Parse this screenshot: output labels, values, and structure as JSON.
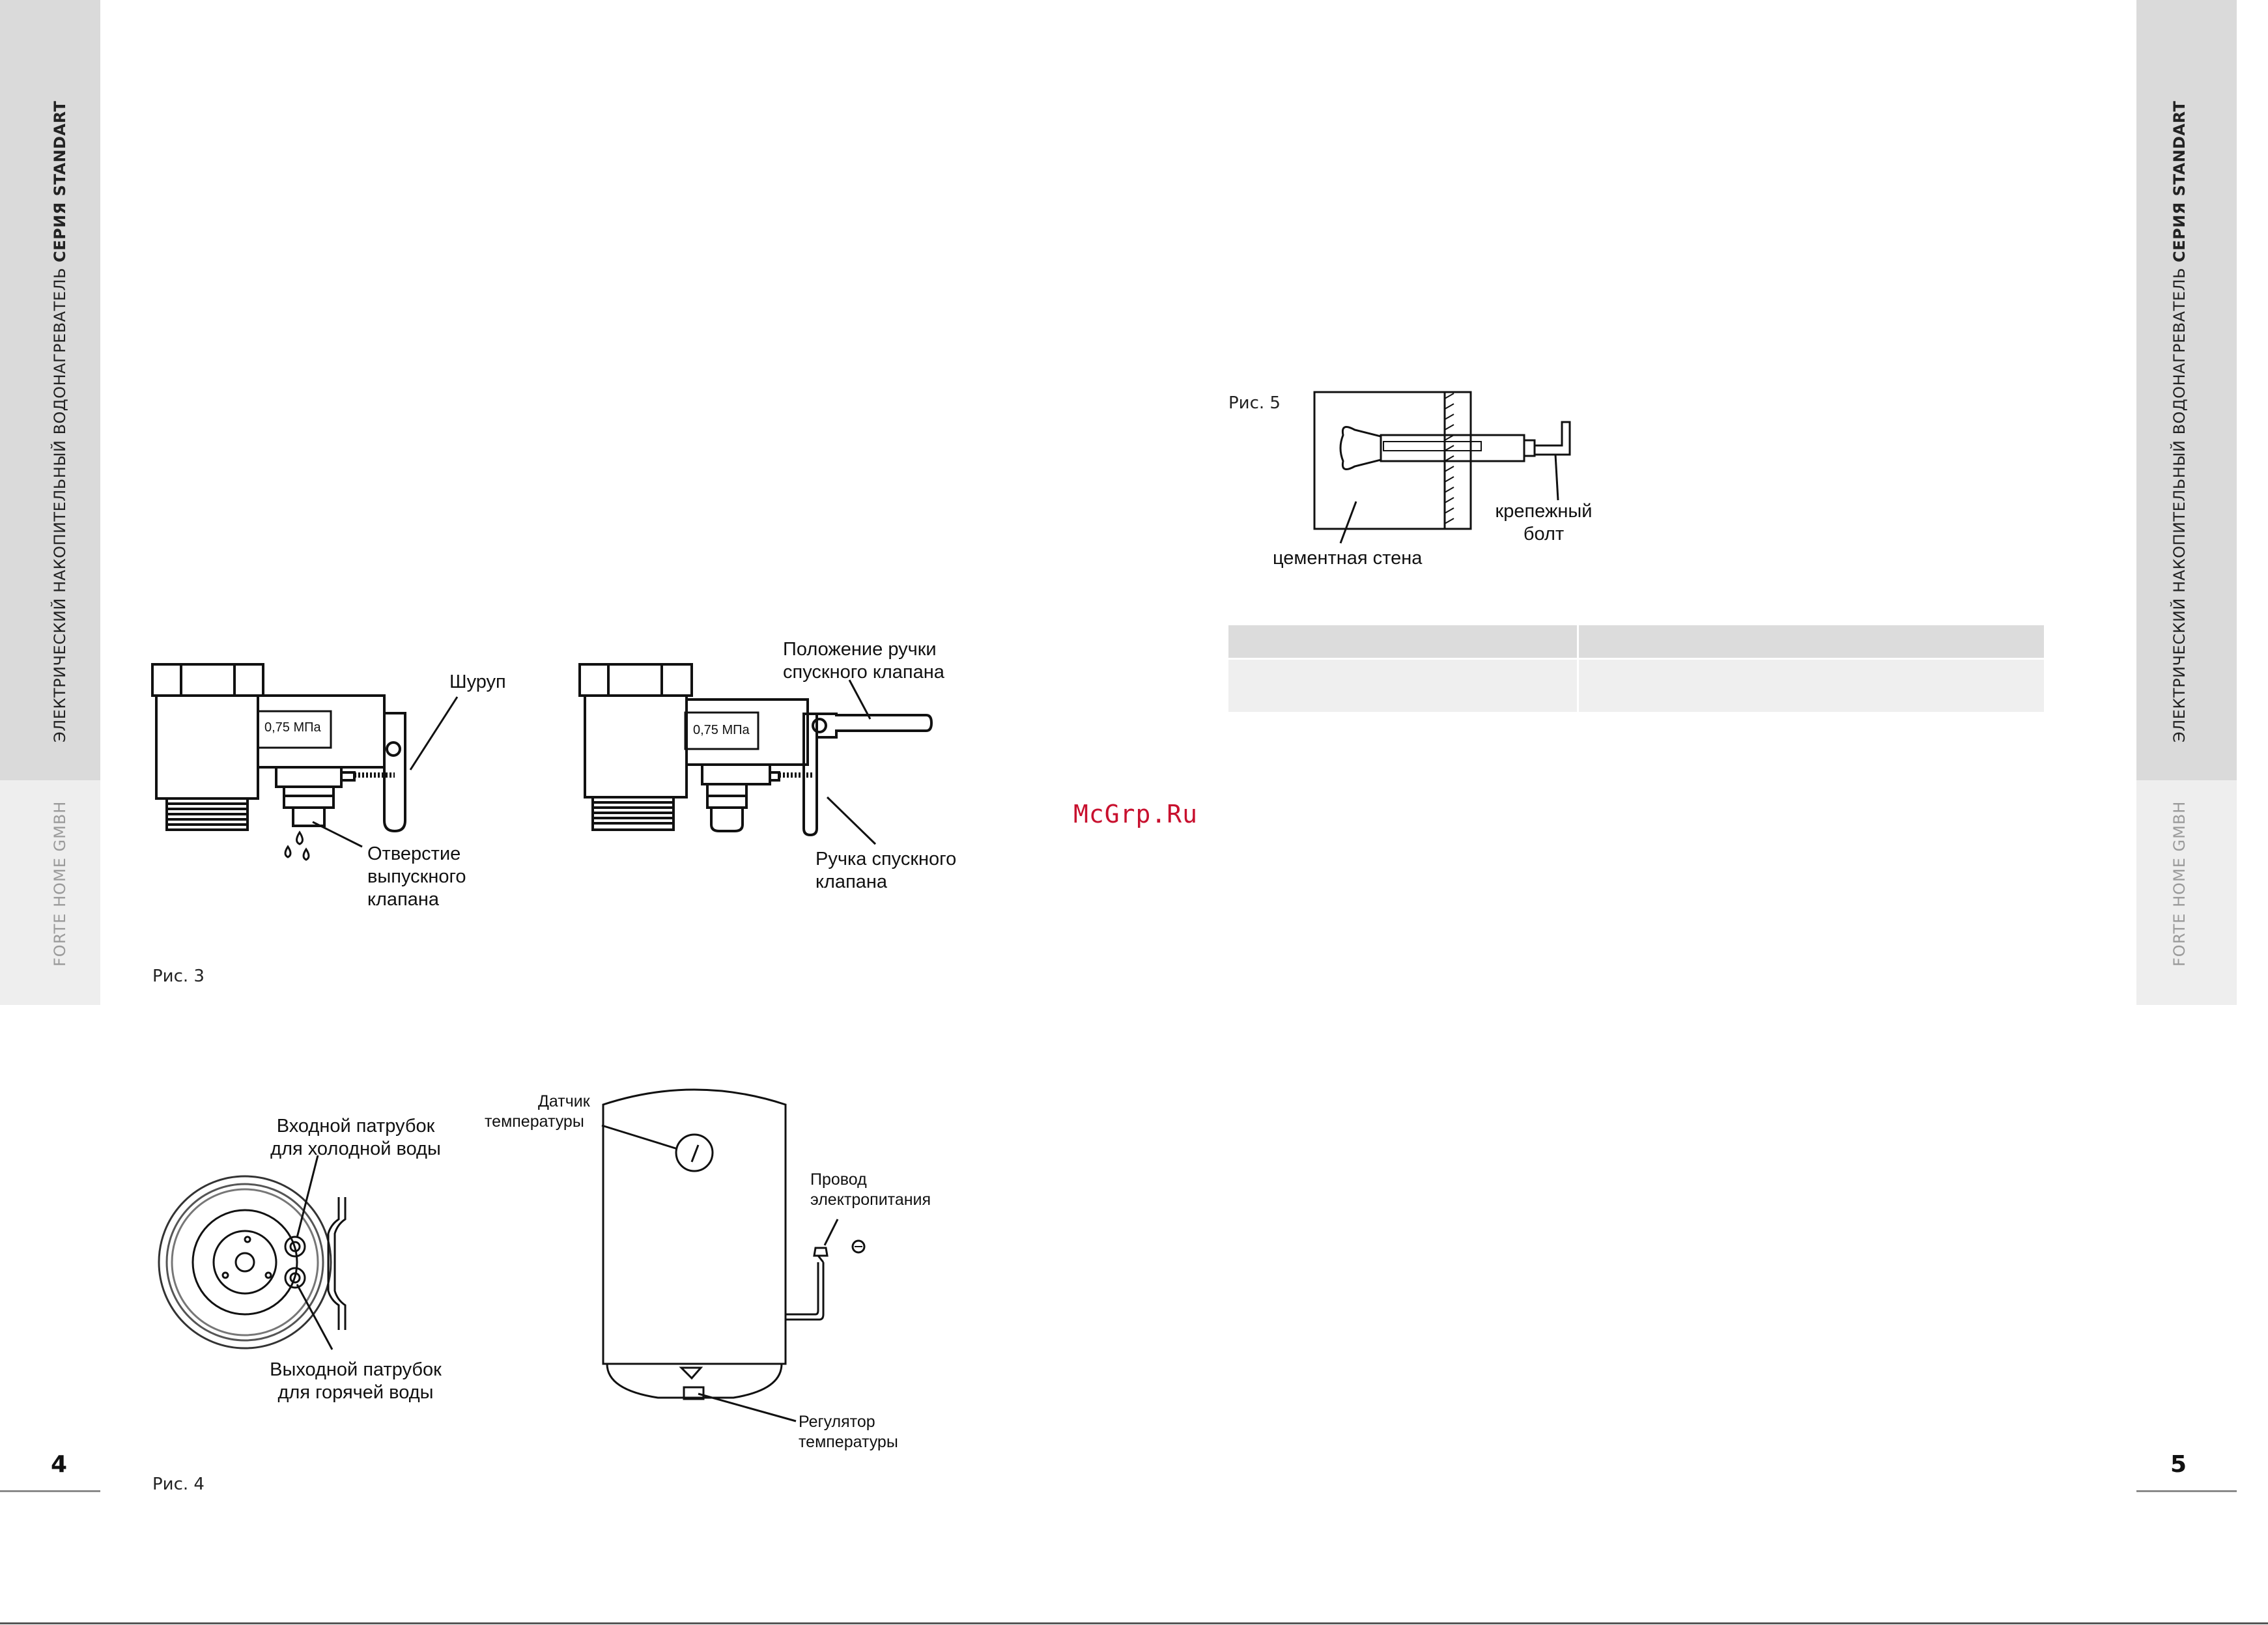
{
  "header": {
    "series_regular": "ЭЛЕКТРИЧЕСКИЙ НАКОПИТЕЛЬНЫЙ ВОДОНАГРЕВАТЕЛЬ ",
    "series_bold": "СЕРИЯ STANDART",
    "company": "FORTE HOME GMBH"
  },
  "pages": {
    "left": "4",
    "right": "5"
  },
  "fig3": {
    "caption": "Рис. 3",
    "pressure": "0,75 МПа",
    "screw": "Шуруп",
    "outlet_line1": "Отверстие",
    "outlet_line2": "выпускного",
    "outlet_line3": "клапана",
    "handle_pos_line1": "Положение ручки",
    "handle_pos_line2": "спускного клапана",
    "handle_line1": "Ручка спускного",
    "handle_line2": "клапана"
  },
  "fig4": {
    "caption": "Рис. 4",
    "cold_line1": "Входной патрубок",
    "cold_line2": "для холодной воды",
    "hot_line1": "Выходной патрубок",
    "hot_line2": "для горячей воды",
    "sensor_line1": "Датчик",
    "sensor_line2": "температуры",
    "cable_line1": "Провод",
    "cable_line2": "электропитания",
    "regulator_line1": "Регулятор",
    "regulator_line2": "температуры"
  },
  "fig5": {
    "caption": "Рис. 5",
    "bolt_line1": "крепежный",
    "bolt_line2": "болт",
    "wall": "цементная стена"
  },
  "watermark": "McGrp.Ru"
}
